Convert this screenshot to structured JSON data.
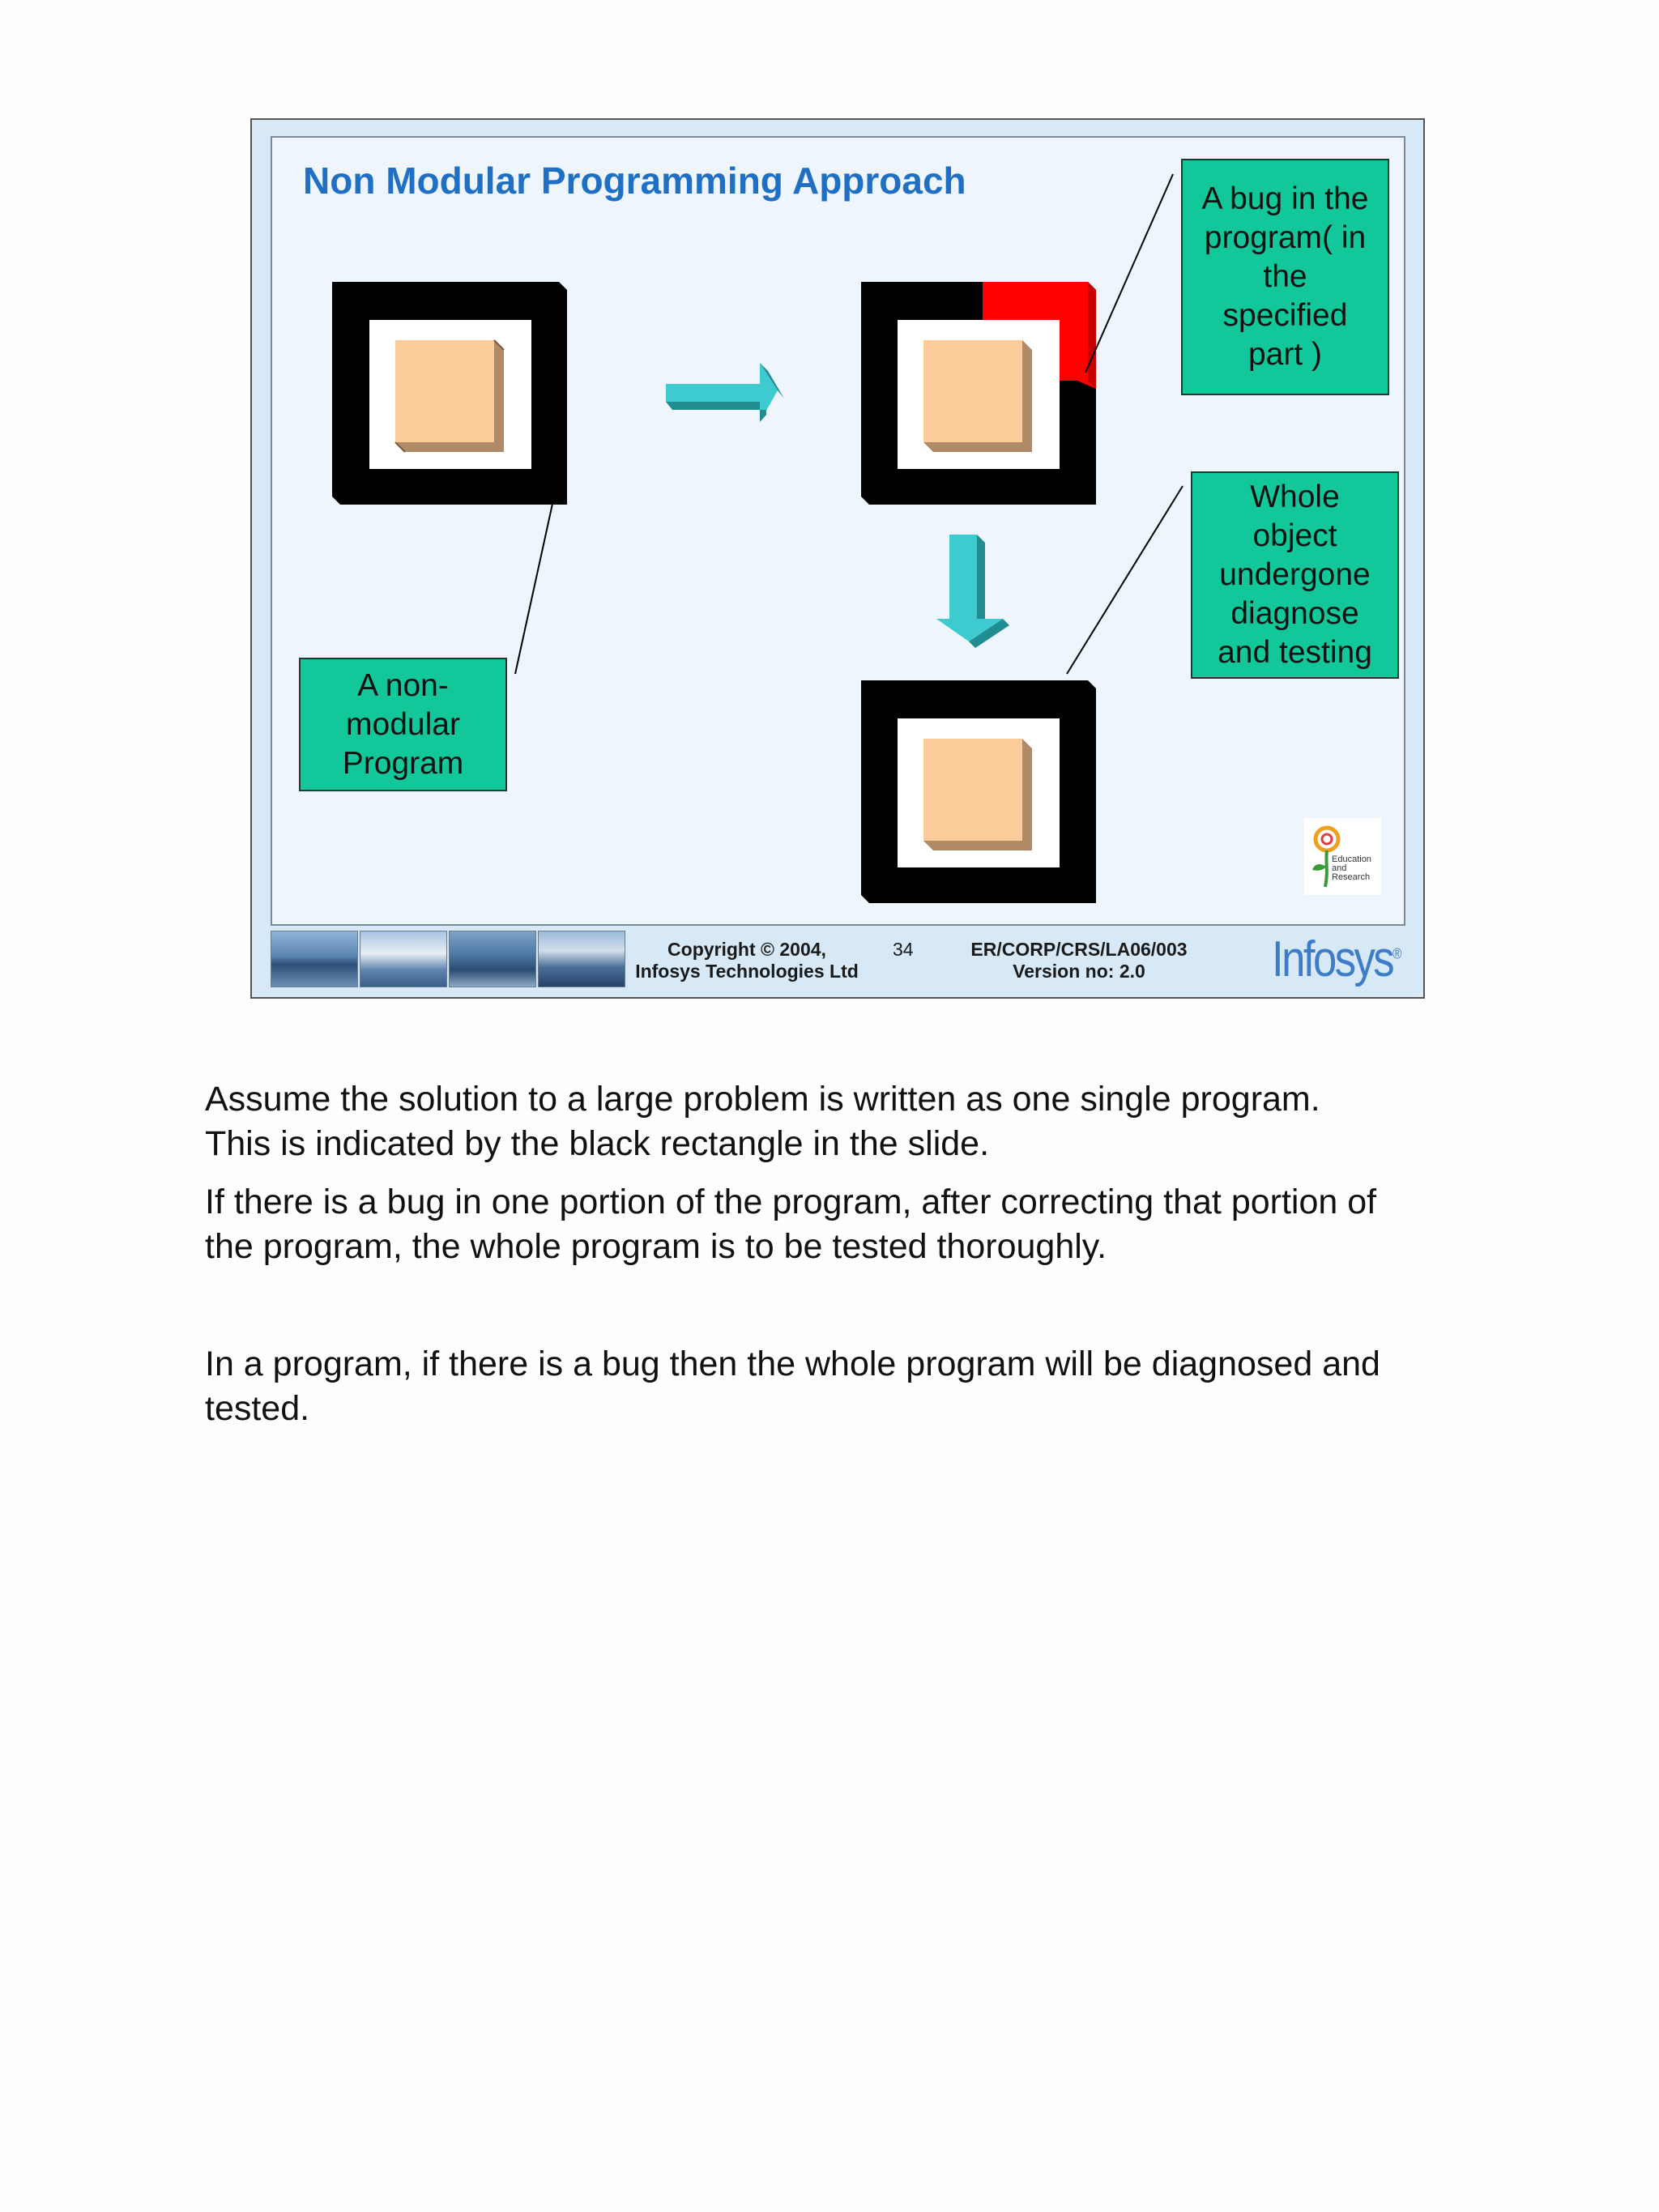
{
  "slide": {
    "title": "Non Modular Programming Approach",
    "callouts": {
      "bug": [
        "A bug in the",
        "program( in",
        "the",
        "specified",
        "part )"
      ],
      "whole": [
        "Whole",
        "object",
        "undergone",
        "diagnose",
        "and testing"
      ],
      "nonmodular": [
        "A non-",
        "modular",
        "Program"
      ]
    },
    "colors": {
      "title": "#1f6fc4",
      "callout_fill": "#12c89a",
      "bug_highlight": "#ff0000",
      "box_face": "#fccb9a",
      "arrow": "#3ecbcf"
    },
    "edu_logo": {
      "label": [
        "Education",
        "and",
        "Research"
      ],
      "icon": "flower-logo-icon"
    },
    "footer": {
      "copyright_line1": "Copyright © 2004,",
      "copyright_line2": "Infosys Technologies Ltd",
      "page_number": "34",
      "doc_id": "ER/CORP/CRS/LA06/003",
      "version": "Version no: 2.0",
      "brand": "Infosys",
      "registered": "®"
    }
  },
  "notes": {
    "para1_line1": "Assume the solution to a large problem is written as one single program.",
    "para1_line2": "This is indicated by the black rectangle in the slide.",
    "para2_line1": "If there is a bug in one portion of the program, after correcting that portion of",
    "para2_line2": "the program, the whole program is to be tested thoroughly.",
    "para3_line1": "In a program, if there is a bug then the whole program will be diagnosed and",
    "para3_line2": "tested."
  }
}
